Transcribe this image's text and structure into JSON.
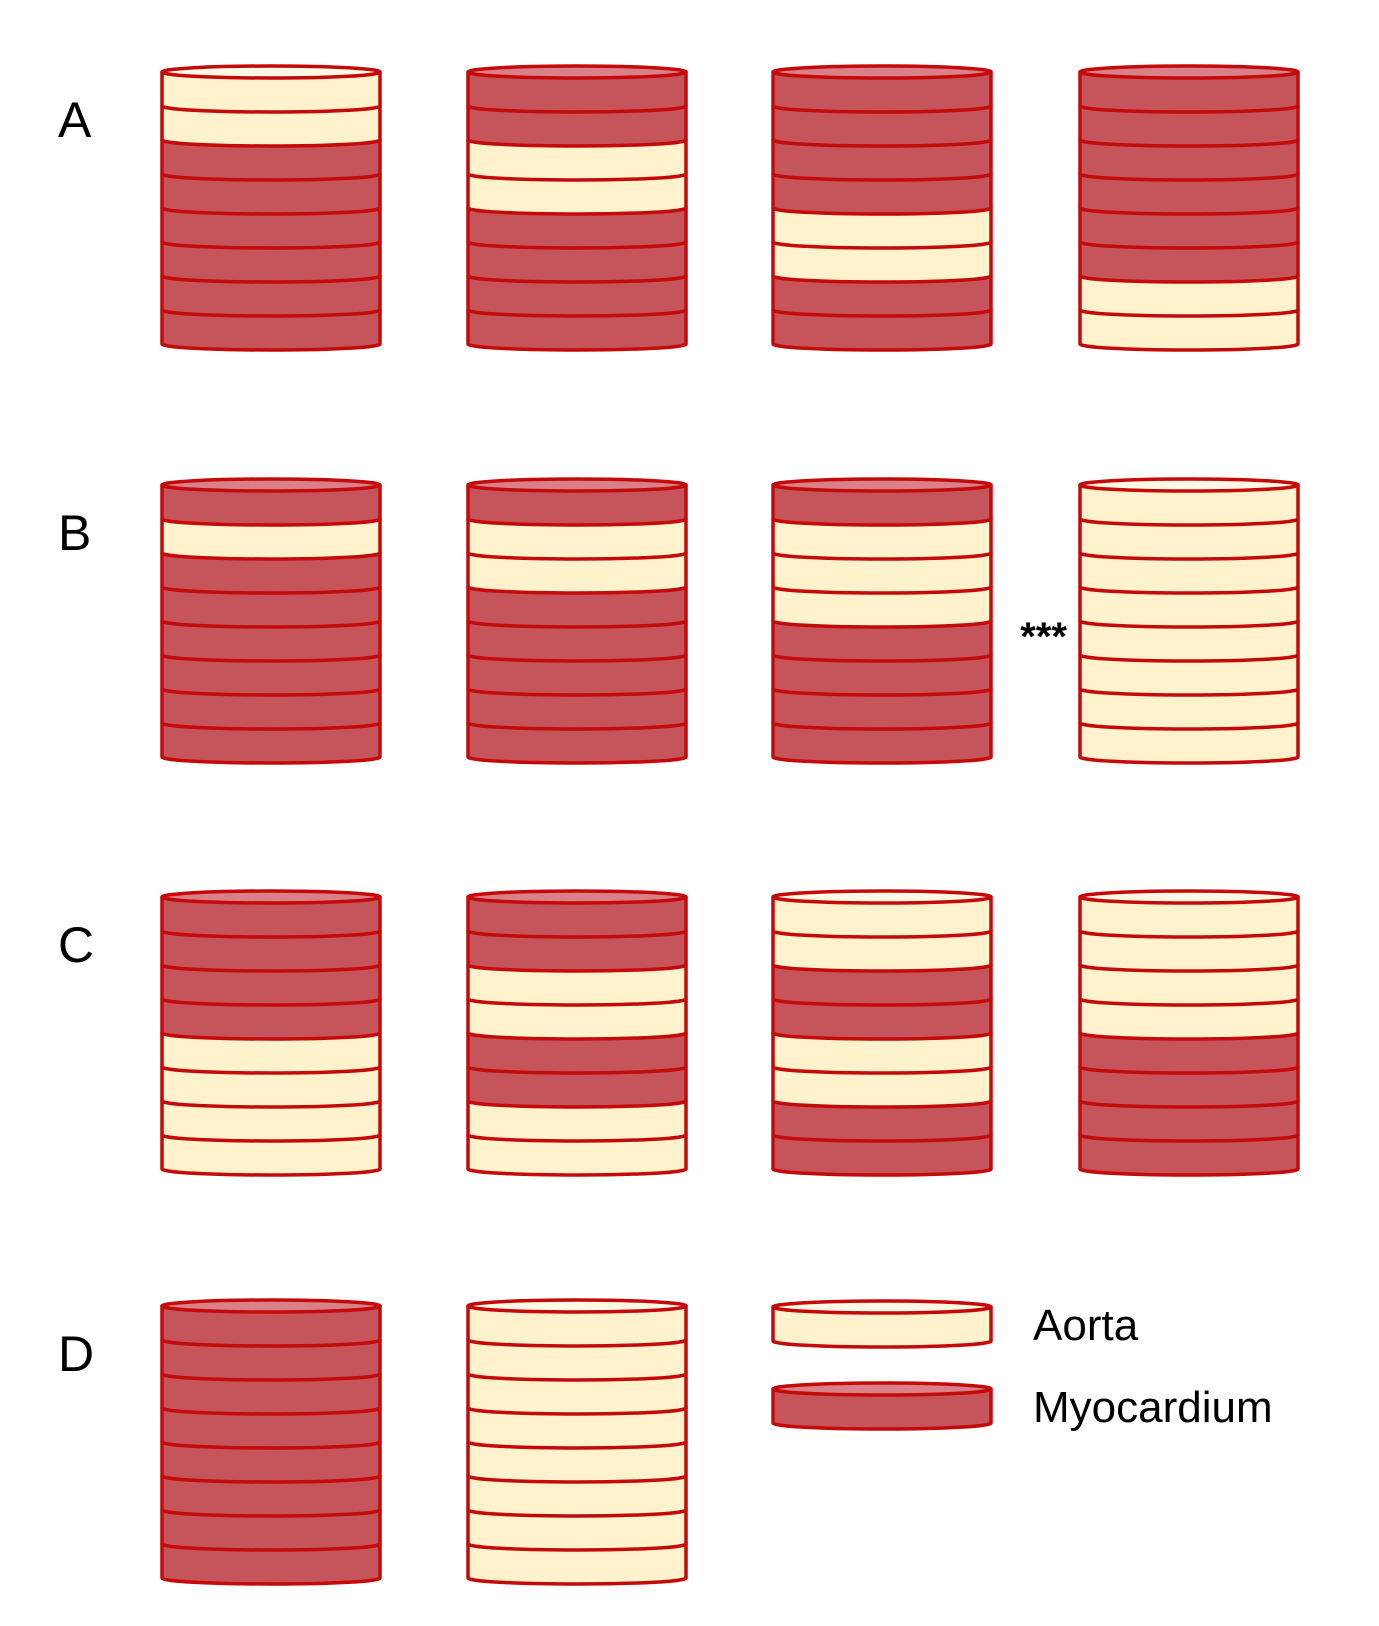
{
  "colors": {
    "aorta": "#fff2cc",
    "myocardium": "#c5555a",
    "outline": "#c40a0a",
    "aorta_top": "#fff8e4",
    "myocardium_top": "#d98088"
  },
  "rows": [
    {
      "label": "A",
      "stacks": [
        {
          "slices": [
            "aorta",
            "aorta",
            "myocardium",
            "myocardium",
            "myocardium",
            "myocardium",
            "myocardium",
            "myocardium"
          ]
        },
        {
          "slices": [
            "myocardium",
            "myocardium",
            "aorta",
            "aorta",
            "myocardium",
            "myocardium",
            "myocardium",
            "myocardium"
          ]
        },
        {
          "slices": [
            "myocardium",
            "myocardium",
            "myocardium",
            "myocardium",
            "aorta",
            "aorta",
            "myocardium",
            "myocardium"
          ]
        },
        {
          "slices": [
            "myocardium",
            "myocardium",
            "myocardium",
            "myocardium",
            "myocardium",
            "myocardium",
            "aorta",
            "aorta"
          ]
        }
      ]
    },
    {
      "label": "B",
      "stacks": [
        {
          "slices": [
            "myocardium",
            "aorta",
            "myocardium",
            "myocardium",
            "myocardium",
            "myocardium",
            "myocardium",
            "myocardium"
          ]
        },
        {
          "slices": [
            "myocardium",
            "aorta",
            "aorta",
            "myocardium",
            "myocardium",
            "myocardium",
            "myocardium",
            "myocardium"
          ]
        },
        {
          "slices": [
            "myocardium",
            "aorta",
            "aorta",
            "aorta",
            "myocardium",
            "myocardium",
            "myocardium",
            "myocardium"
          ]
        },
        {
          "slices": [
            "aorta",
            "aorta",
            "aorta",
            "aorta",
            "aorta",
            "aorta",
            "aorta",
            "aorta"
          ],
          "marker": "***"
        }
      ]
    },
    {
      "label": "C",
      "stacks": [
        {
          "slices": [
            "myocardium",
            "myocardium",
            "myocardium",
            "myocardium",
            "aorta",
            "aorta",
            "aorta",
            "aorta"
          ]
        },
        {
          "slices": [
            "myocardium",
            "myocardium",
            "aorta",
            "aorta",
            "myocardium",
            "myocardium",
            "aorta",
            "aorta"
          ]
        },
        {
          "slices": [
            "aorta",
            "aorta",
            "myocardium",
            "myocardium",
            "aorta",
            "aorta",
            "myocardium",
            "myocardium"
          ]
        },
        {
          "slices": [
            "aorta",
            "aorta",
            "aorta",
            "aorta",
            "myocardium",
            "myocardium",
            "myocardium",
            "myocardium"
          ]
        }
      ]
    },
    {
      "label": "D",
      "stacks": [
        {
          "slices": [
            "myocardium",
            "myocardium",
            "myocardium",
            "myocardium",
            "myocardium",
            "myocardium",
            "myocardium",
            "myocardium"
          ]
        },
        {
          "slices": [
            "aorta",
            "aorta",
            "aorta",
            "aorta",
            "aorta",
            "aorta",
            "aorta",
            "aorta"
          ]
        }
      ]
    }
  ],
  "legend": [
    {
      "tissue": "aorta",
      "label": "Aorta"
    },
    {
      "tissue": "myocardium",
      "label": "Myocardium"
    }
  ]
}
